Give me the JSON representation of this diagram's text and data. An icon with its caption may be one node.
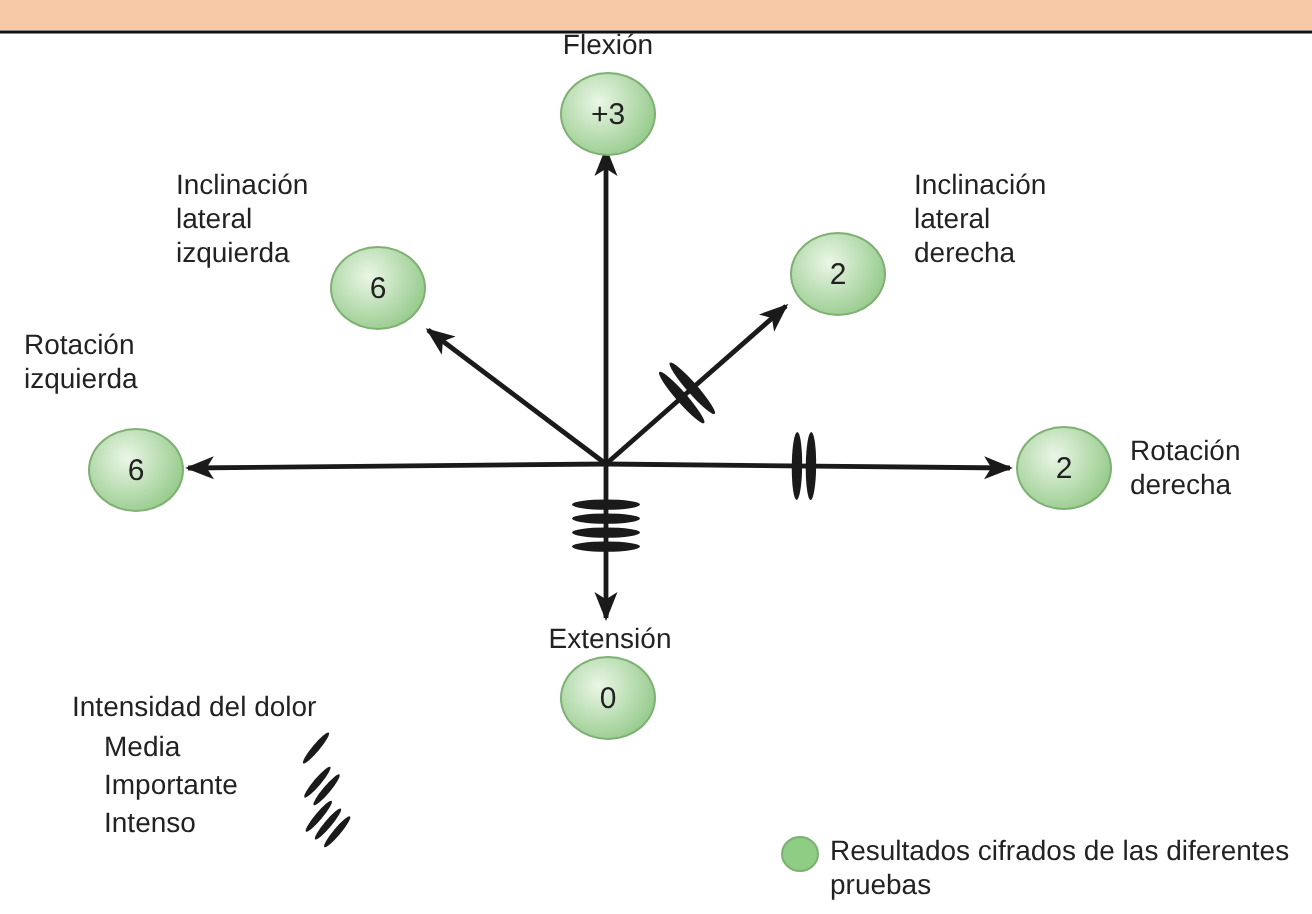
{
  "diagram": {
    "nodes": [
      {
        "text": [
          "+3"
        ],
        "beside": [
          "Flexión"
        ]
      },
      {
        "text": [
          "6"
        ],
        "beside": [
          "Inclinación lateral izquierda"
        ]
      },
      {
        "text": [
          "2"
        ],
        "beside": [
          "Inclinación lateral derecha"
        ]
      },
      {
        "text": [
          "6"
        ],
        "beside": [
          "Rotación izquierda"
        ]
      },
      {
        "text": [
          "2"
        ],
        "beside": [
          "Rotación derecha"
        ]
      },
      {
        "text": [
          "0"
        ],
        "beside": [
          "Extensión"
        ]
      }
    ],
    "edges": [
      {
        "from": null,
        "to": 0,
        "arrow": "to"
      },
      {
        "from": null,
        "to": 1,
        "arrow": "to"
      },
      {
        "from": null,
        "to": 2,
        "arrow": "to"
      },
      {
        "from": null,
        "to": 3,
        "arrow": "to"
      },
      {
        "from": null,
        "to": 4,
        "arrow": "to"
      },
      {
        "from": null,
        "to": 5,
        "arrow": "to"
      }
    ],
    "labels": [
      "Intensidad del dolor"
    ],
    "legend": [
      {
        "text": "Media"
      },
      {
        "text": "Importante"
      },
      {
        "text": "Intenso"
      },
      {
        "text": "Resultados cifrados de las diferentes pruebas",
        "color": "#8fcc84"
      }
    ]
  }
}
